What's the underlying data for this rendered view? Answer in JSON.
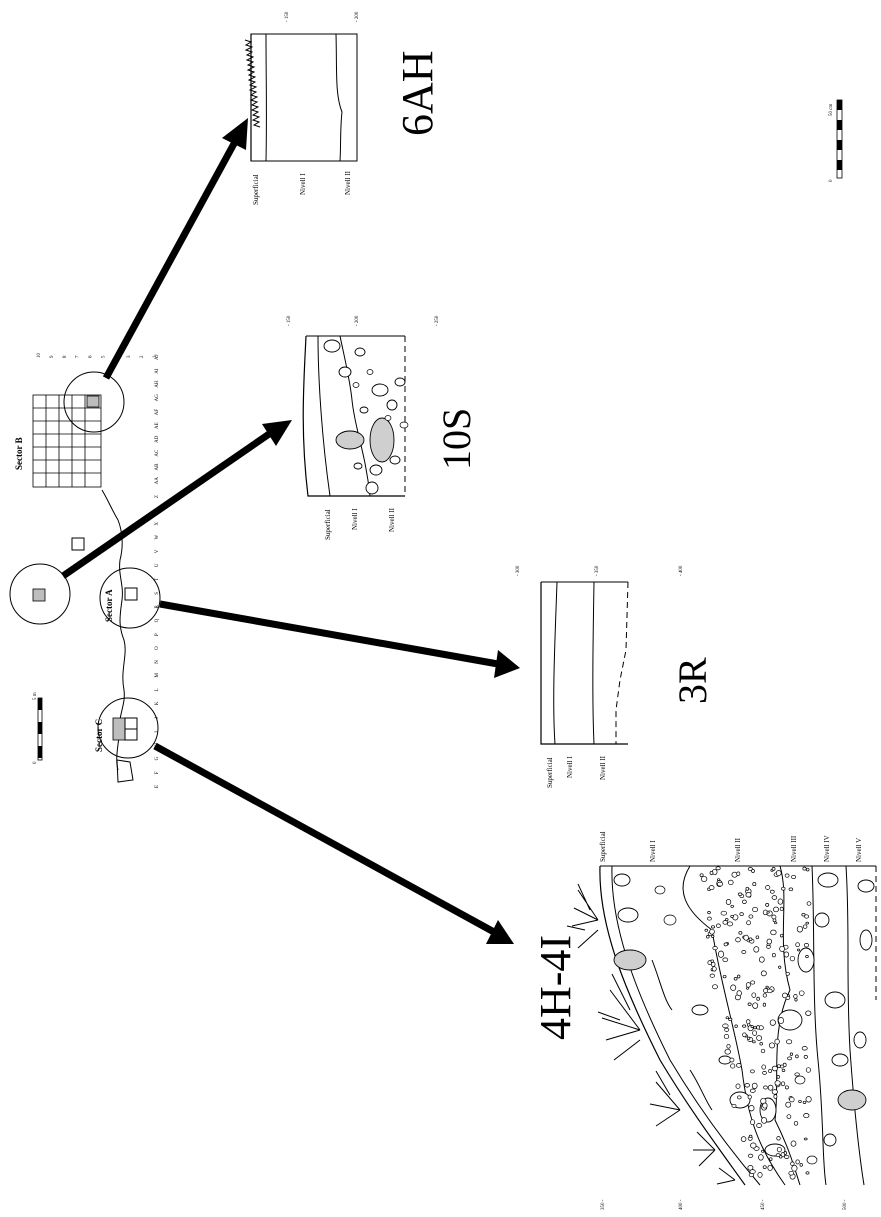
{
  "sections": {
    "s6AH": {
      "title": "6AH",
      "levels": [
        "Superficial",
        "Nivell I",
        "Nivell II"
      ],
      "depths": [
        "- 150",
        "- 200"
      ]
    },
    "s10S": {
      "title": "10S",
      "levels": [
        "Superficial",
        "Nivell I",
        "Nivell II"
      ],
      "depths": [
        "- 150",
        "- 200",
        "- 250"
      ]
    },
    "s3R": {
      "title": "3R",
      "levels": [
        "Superficial",
        "Nivell I",
        "Nivell II"
      ],
      "depths": [
        "- 300",
        "- 350",
        "- 400"
      ]
    },
    "s4H4I": {
      "title": "4H-4I",
      "levels": [
        "Superficial",
        "Nivell I",
        "Nivell II",
        "Nivell III",
        "Nivell IV",
        "Nivell V"
      ],
      "depths": [
        "350 -",
        "400 -",
        "450 -",
        "500 -"
      ]
    }
  },
  "plan": {
    "sectors": [
      "Sector A",
      "Sector B",
      "Sector C"
    ],
    "grid_letters": [
      "E",
      "F",
      "G",
      "H",
      "I",
      "J",
      "K",
      "L",
      "M",
      "N",
      "O",
      "P",
      "Q",
      "R",
      "S",
      "T",
      "U",
      "V",
      "W",
      "X",
      "Y",
      "Z",
      "AA",
      "AB",
      "AC",
      "AD",
      "AE",
      "AF",
      "AG",
      "AH",
      "AI",
      "AJ"
    ],
    "grid_numbers": [
      "10",
      "9",
      "8",
      "7",
      "6",
      "5",
      "4",
      "3",
      "2",
      "1"
    ],
    "scale": {
      "start": "0",
      "end": "5 m"
    }
  },
  "scale_bar": {
    "start": "0",
    "end": "50 cm"
  }
}
